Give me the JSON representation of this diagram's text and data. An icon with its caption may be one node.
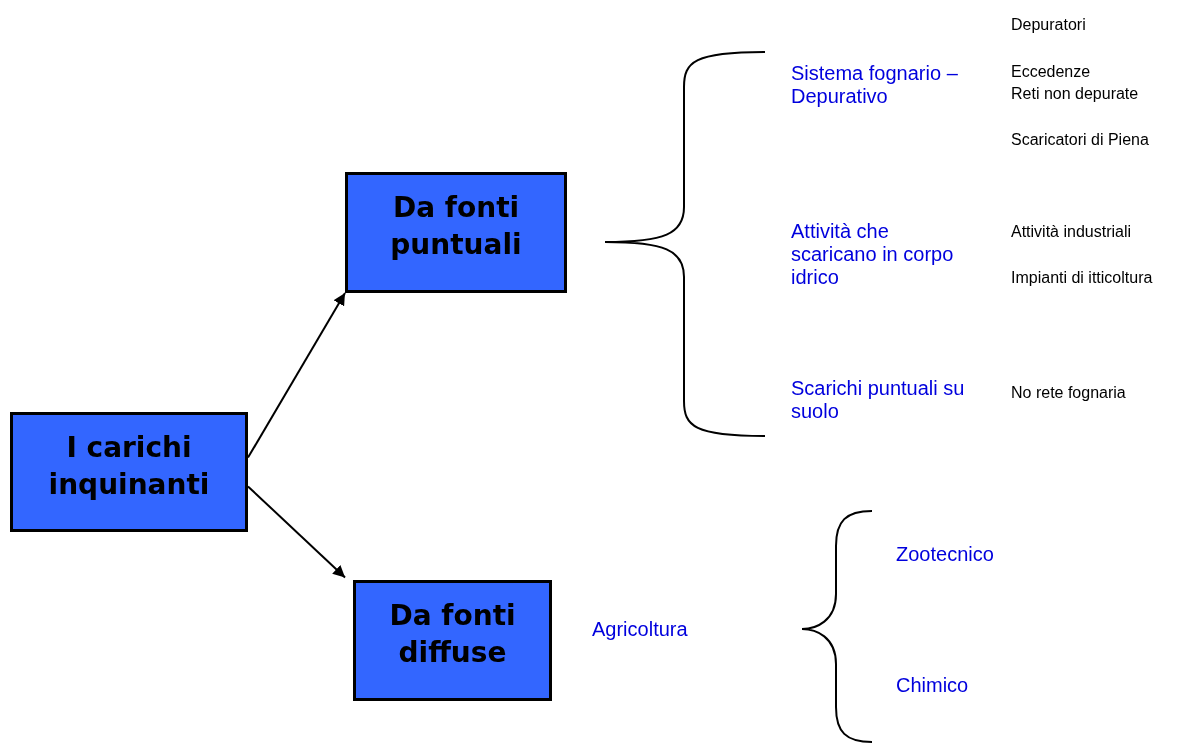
{
  "diagram": {
    "nodes": [
      {
        "text": [
          "I carichi inquinanti"
        ]
      },
      {
        "text": [
          "Da fonti puntuali"
        ]
      },
      {
        "text": [
          "Da fonti diffuse"
        ]
      }
    ],
    "edges": [
      {
        "from": 0,
        "to": 1,
        "arrow": "to"
      },
      {
        "from": 0,
        "to": 2,
        "arrow": "to"
      }
    ],
    "labels": [
      "Depuratori",
      "Sistema fognario – Depurativo",
      "Eccedenze",
      "Reti non depurate",
      "Scaricatori di Piena",
      "Attività che scaricano in corpo idrico",
      "Attività industriali",
      "Impianti di itticoltura",
      "Scarichi puntuali su suolo",
      "No rete fognaria",
      "Zootecnico",
      "Agricoltura",
      "Chimico"
    ]
  }
}
